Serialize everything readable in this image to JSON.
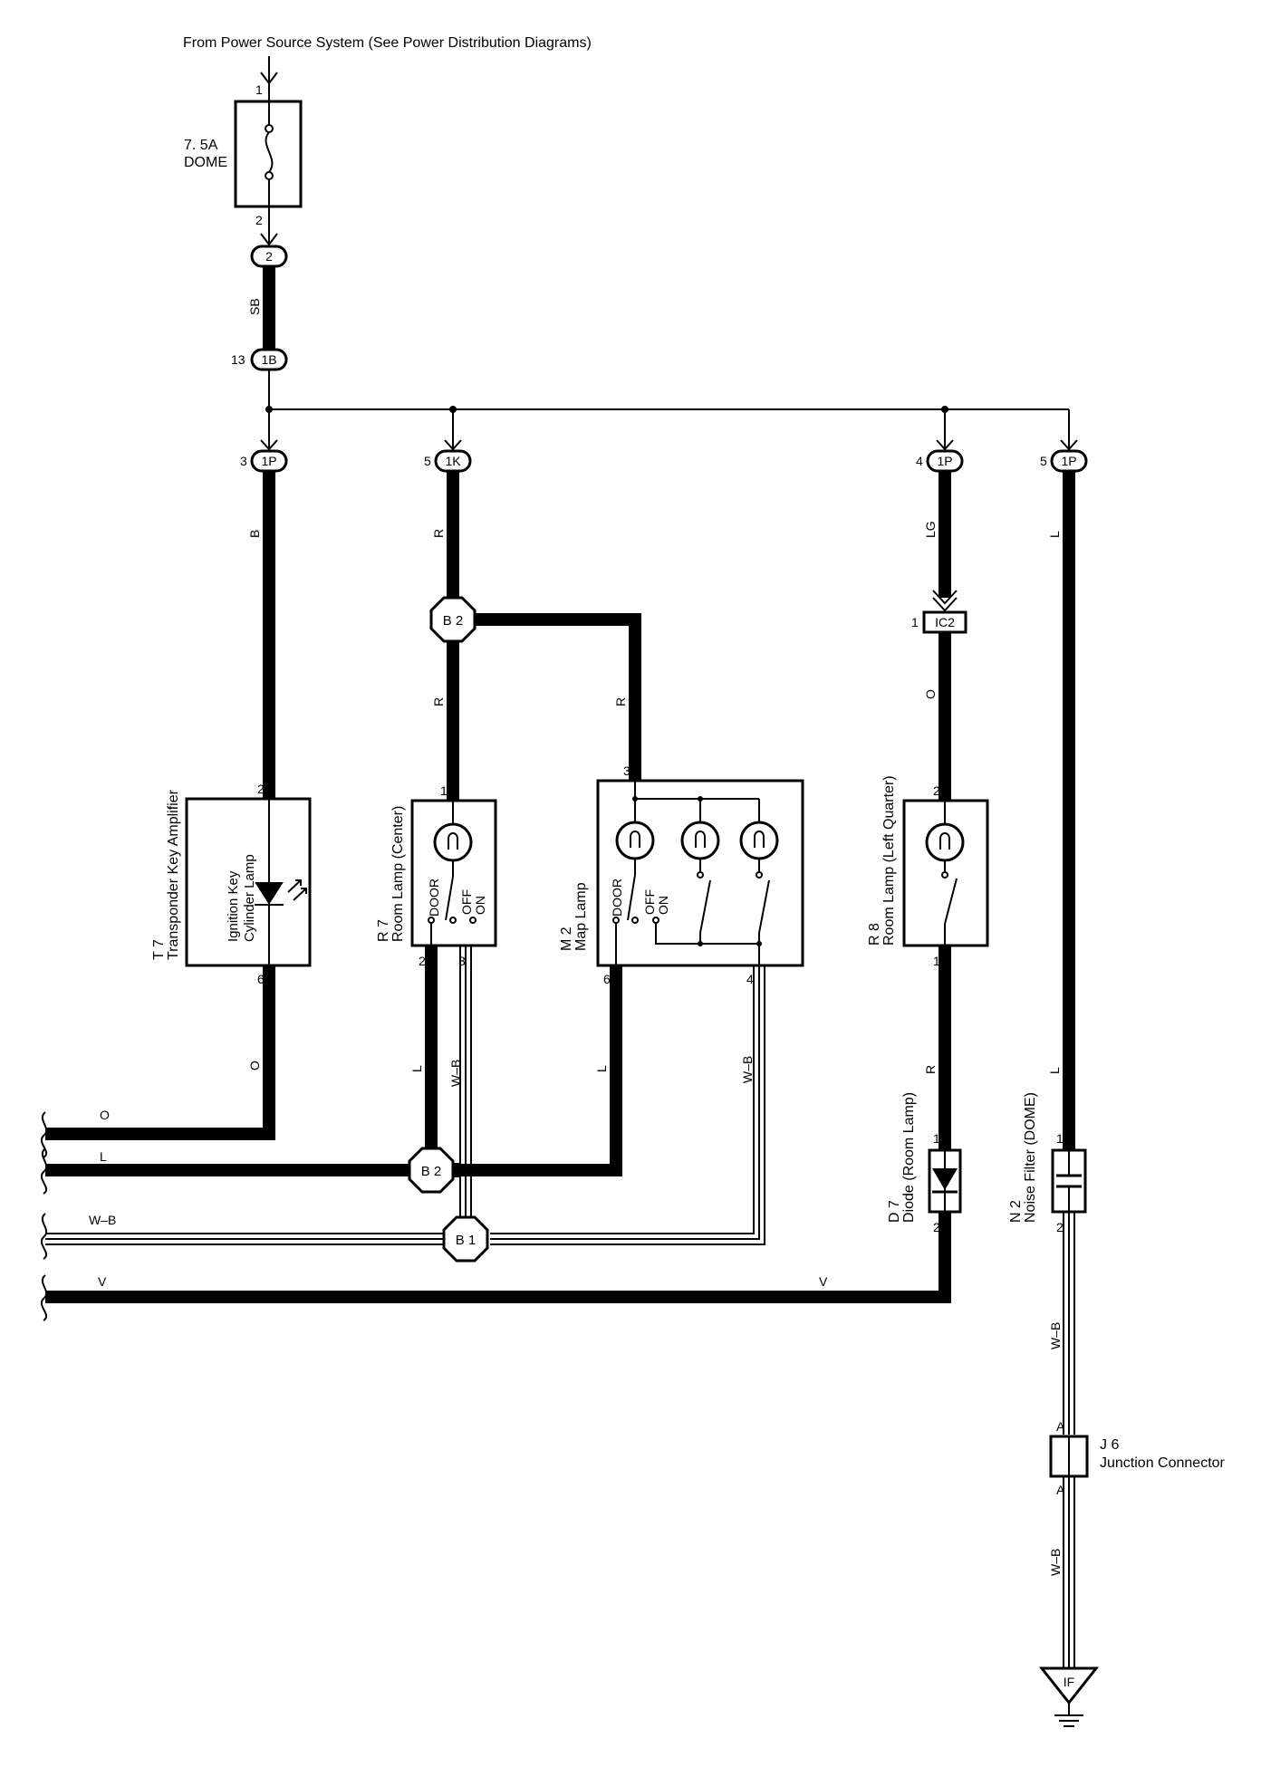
{
  "header": "From Power Source System (See Power Distribution Diagrams)",
  "fuse": {
    "rating": "7. 5A",
    "name": "DOME",
    "pin_in": "1",
    "pin_out": "2"
  },
  "connectors": {
    "c2": "2",
    "c1B": {
      "label": "1B",
      "pin": "13"
    },
    "c1P_a": {
      "label": "1P",
      "pin": "3"
    },
    "c1K": {
      "label": "1K",
      "pin": "5"
    },
    "c1P_b": {
      "label": "1P",
      "pin": "4"
    },
    "c1P_c": {
      "label": "1P",
      "pin": "5"
    },
    "IC2": {
      "label": "IC2",
      "pin": "1"
    },
    "B2_top": "B 2",
    "B2_bottom": "B 2",
    "B1": "B 1",
    "IF": "IF"
  },
  "wires": {
    "SB": "SB",
    "B": "B",
    "R1": "R",
    "R2": "R",
    "R3": "R",
    "LG": "LG",
    "O1": "O",
    "O2": "O",
    "L1": "L",
    "L2": "L",
    "L3": "L",
    "L4": "L",
    "R4": "R",
    "WB1": "W–B",
    "WB2": "W–B",
    "WB3": "W–B",
    "WB4": "W–B",
    "WB5": "W–B",
    "V1": "V",
    "V2": "V",
    "O_left": "O",
    "L_left": "L"
  },
  "components": {
    "T7": {
      "code": "T 7",
      "name": "Transponder Key Amplifier",
      "inner_line1": "Ignition Key",
      "inner_line2": "Cylinder Lamp",
      "pin_top": "2",
      "pin_bottom": "6"
    },
    "R7": {
      "code": "R 7",
      "name": "Room Lamp (Center)",
      "sw_door": "DOOR",
      "sw_off": "OFF",
      "sw_on": "ON",
      "pin_top": "1",
      "pin_bl": "2",
      "pin_br": "3"
    },
    "M2": {
      "code": "M 2",
      "name": "Map Lamp",
      "sw_door": "DOOR",
      "sw_off": "OFF",
      "sw_on": "ON",
      "pin_top": "3",
      "pin_bl": "6",
      "pin_br": "4"
    },
    "R8": {
      "code": "R 8",
      "name": "Room Lamp (Left Quarter)",
      "pin_top": "2",
      "pin_bottom": "1"
    },
    "D7": {
      "code": "D 7",
      "name": "Diode (Room Lamp)",
      "pin_top": "1",
      "pin_bottom": "2"
    },
    "N2": {
      "code": "N 2",
      "name": "Noise Filter (DOME)",
      "pin_top": "1",
      "pin_bottom": "2"
    },
    "J6": {
      "code": "J 6",
      "name": "Junction Connector",
      "pin_top": "A",
      "pin_bottom": "A"
    }
  }
}
